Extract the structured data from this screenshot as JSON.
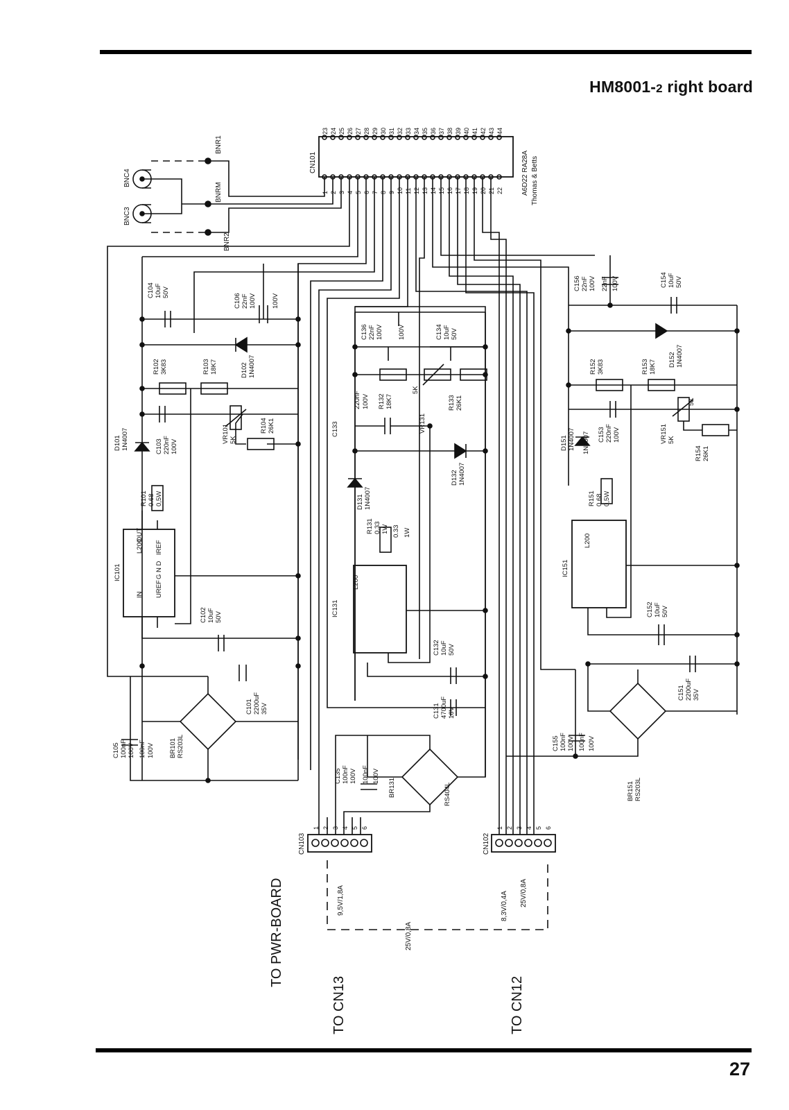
{
  "title": {
    "main": "HM8001-",
    "sub": "2",
    "rest": " right board"
  },
  "page_number": "27",
  "connector_cn101": {
    "ref": "CN101",
    "part": "A6D22 RA28A",
    "maker": "Thomas & Betts",
    "pins_top": [
      "23",
      "24",
      "25",
      "26",
      "27",
      "28",
      "29",
      "30",
      "31",
      "32",
      "33",
      "34",
      "35",
      "36",
      "37",
      "38",
      "39",
      "40",
      "41",
      "42",
      "43",
      "44"
    ],
    "pins_bottom": [
      "1",
      "2",
      "3",
      "4",
      "5",
      "6",
      "7",
      "8",
      "9",
      "10",
      "11",
      "12",
      "13",
      "14",
      "15",
      "16",
      "17",
      "18",
      "19",
      "20",
      "21",
      "22"
    ]
  },
  "bnc": {
    "bnc4": "BNC4",
    "bnc3": "BNC3",
    "bnr1": "BNR1",
    "bnrm": "BNRM",
    "bnr2": "BNR2"
  },
  "regulator_1": {
    "ic": "IC101",
    "ic_type": "L200",
    "pin_in": "IN",
    "pin_out": "OUT",
    "pin_uref": "UREF",
    "pin_iref": "IREF",
    "pin_gnd": "G N D",
    "c104": [
      "C104",
      "10uF",
      "50V"
    ],
    "c106": [
      "C106",
      "22nF",
      "100V"
    ],
    "r102": [
      "R102",
      "3K83"
    ],
    "r103": [
      "R103",
      "18K7"
    ],
    "d102": [
      "D102",
      "1N4007"
    ],
    "d101": [
      "D101",
      "1N4007"
    ],
    "c103": [
      "C103",
      "220nF",
      "100V"
    ],
    "vr101": [
      "VR101",
      "5K"
    ],
    "r104": [
      "R104",
      "26K1"
    ],
    "r101": [
      "R101",
      "0.68",
      "0,5W"
    ],
    "c102": [
      "C102",
      "10uF",
      "50V"
    ],
    "c101": [
      "C101",
      "2200uF",
      "35V"
    ],
    "c105": [
      "C105",
      "100nF",
      "100V"
    ],
    "br101": [
      "BR101",
      "RS203L"
    ]
  },
  "regulator_2": {
    "ic": "IC131",
    "ic_type": "L200",
    "c136": [
      "C136",
      "22nF",
      "100V"
    ],
    "c134": [
      "C134",
      "10uF",
      "50V"
    ],
    "c133": [
      "C133",
      "220nF",
      "100V"
    ],
    "r132": [
      "R132",
      "18K7"
    ],
    "vr131": [
      "VR131",
      "5K"
    ],
    "r133": [
      "R133",
      "26K1"
    ],
    "d131": [
      "D131",
      "1N4007"
    ],
    "d132": [
      "D132",
      "1N4007"
    ],
    "r131": [
      "R131",
      "0.33",
      "1W"
    ],
    "c132": [
      "C132",
      "10uF",
      "50V"
    ],
    "c131": [
      "C131",
      "4700uF",
      "16V"
    ],
    "c135": [
      "C135",
      "100nF",
      "100V"
    ],
    "br131": [
      "BR131",
      "RS404L"
    ]
  },
  "regulator_3": {
    "ic": "IC151",
    "ic_type": "L200",
    "c156": [
      "C156",
      "22nF",
      "100V"
    ],
    "c154": [
      "C154",
      "10uF",
      "50V"
    ],
    "r152": [
      "R152",
      "3K83"
    ],
    "r153": [
      "R153",
      "18K7"
    ],
    "d152": [
      "D152",
      "1N4007"
    ],
    "d151": [
      "D151",
      "1N4007"
    ],
    "c153": [
      "C153",
      "220nF",
      "100V"
    ],
    "vr151": [
      "VR151",
      "5K"
    ],
    "r154": [
      "R154",
      "26K1"
    ],
    "r151": [
      "R151",
      "0.68",
      "0,5W"
    ],
    "c152": [
      "C152",
      "10uF",
      "50V"
    ],
    "c151": [
      "C151",
      "2200uF",
      "35V"
    ],
    "c155": [
      "C155",
      "100nF",
      "100V"
    ],
    "br151": [
      "BR151",
      "RS203L"
    ]
  },
  "connectors": {
    "cn103": "CN103",
    "cn102": "CN102",
    "pins": [
      "1",
      "2",
      "3",
      "4",
      "5",
      "6"
    ]
  },
  "supply_labels": {
    "v1": "9,5V/1,8A",
    "v2": "25V/0,8A",
    "v3": "8,3V/0,4A",
    "v4": "25V/0,8A"
  },
  "destinations": {
    "pwr": "TO PWR-BOARD",
    "cn13": "TO CN13",
    "cn12": "TO CN12"
  }
}
